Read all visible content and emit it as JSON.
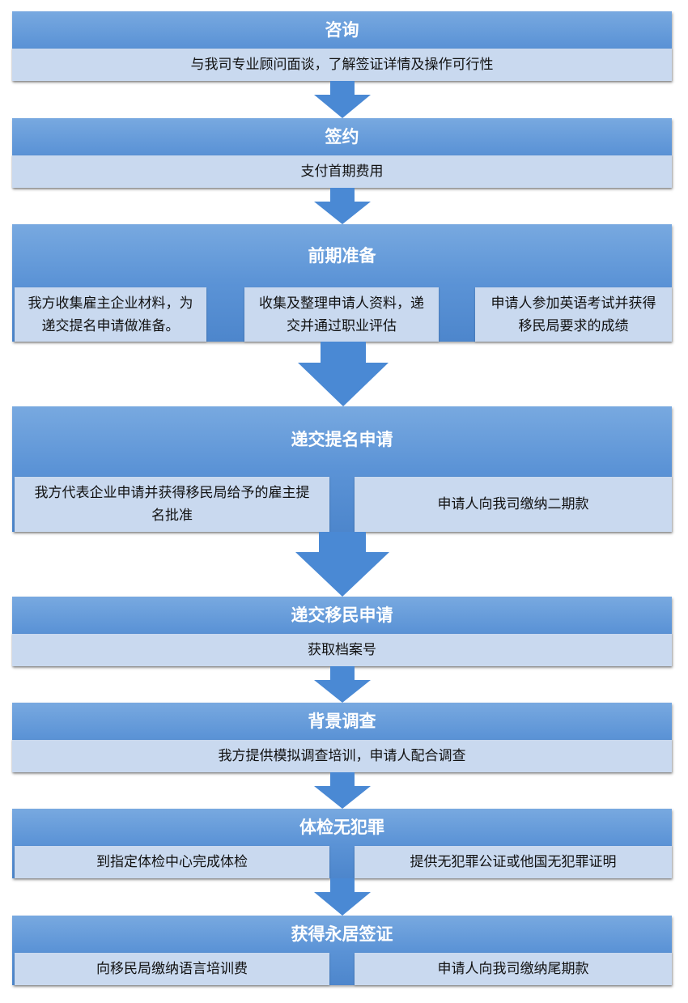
{
  "steps": [
    {
      "title": "咨询",
      "items": [
        "与我司专业顾问面谈，了解签证详情及操作可行性"
      ]
    },
    {
      "title": "签约",
      "items": [
        "支付首期费用"
      ]
    },
    {
      "title": "前期准备",
      "items": [
        "我方收集雇主企业材料，为递交提名申请做准备。",
        "收集及整理申请人资料，递交并通过职业评估",
        "申请人参加英语考试并获得移民局要求的成绩"
      ]
    },
    {
      "title": "递交提名申请",
      "items": [
        "我方代表企业申请并获得移民局给予的雇主提名批准",
        "申请人向我司缴纳二期款"
      ]
    },
    {
      "title": "递交移民申请",
      "items": [
        "获取档案号"
      ]
    },
    {
      "title": "背景调查",
      "items": [
        "我方提供模拟调查培训，申请人配合调查"
      ]
    },
    {
      "title": "体检无犯罪",
      "items": [
        "到指定体检中心完成体检",
        "提供无犯罪公证或他国无犯罪证明"
      ]
    },
    {
      "title": "获得永居签证",
      "items": [
        "向移民局缴纳语言培训费",
        "申请人向我司缴纳尾期款"
      ]
    }
  ],
  "colors": {
    "stage_blue": "#5b93d6",
    "desc_fill": "#c9d9ef",
    "arrow_blue": "#4a89d4"
  }
}
